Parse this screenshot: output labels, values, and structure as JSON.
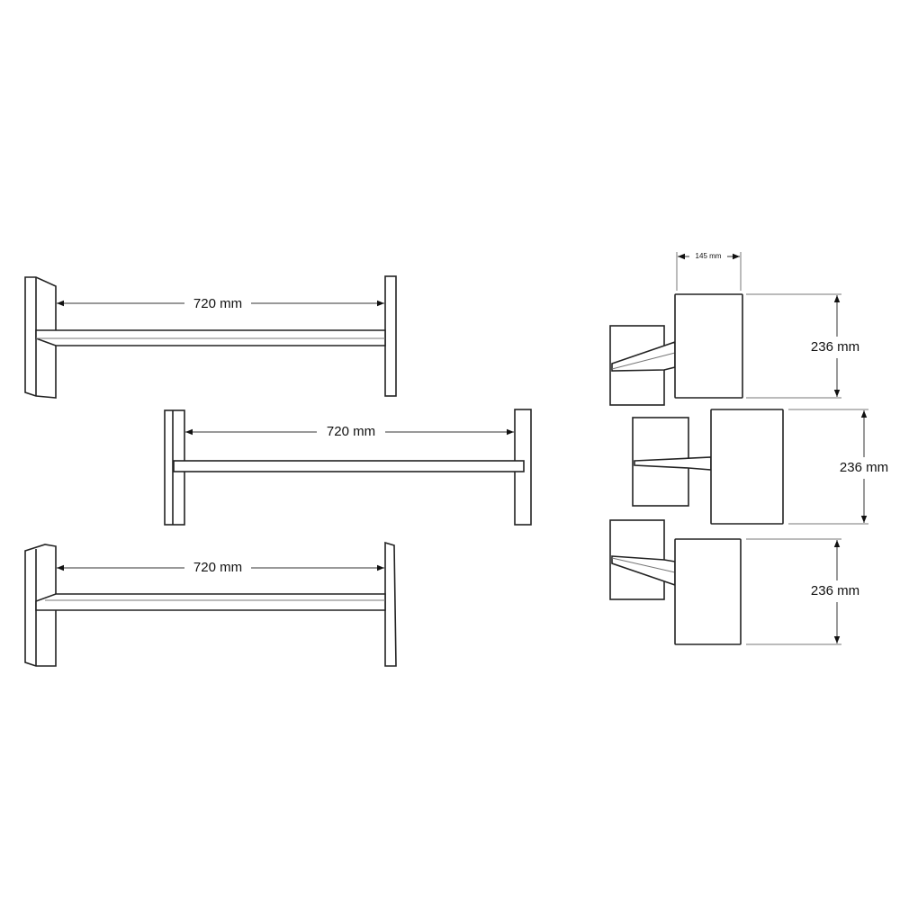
{
  "front_views": [
    {
      "width_label": "720 mm"
    },
    {
      "width_label": "720 mm"
    },
    {
      "width_label": "720 mm"
    }
  ],
  "side_views": {
    "depth_label": "145 mm",
    "heights": [
      {
        "height_label": "236 mm"
      },
      {
        "height_label": "236 mm"
      },
      {
        "height_label": "236 mm"
      }
    ]
  }
}
